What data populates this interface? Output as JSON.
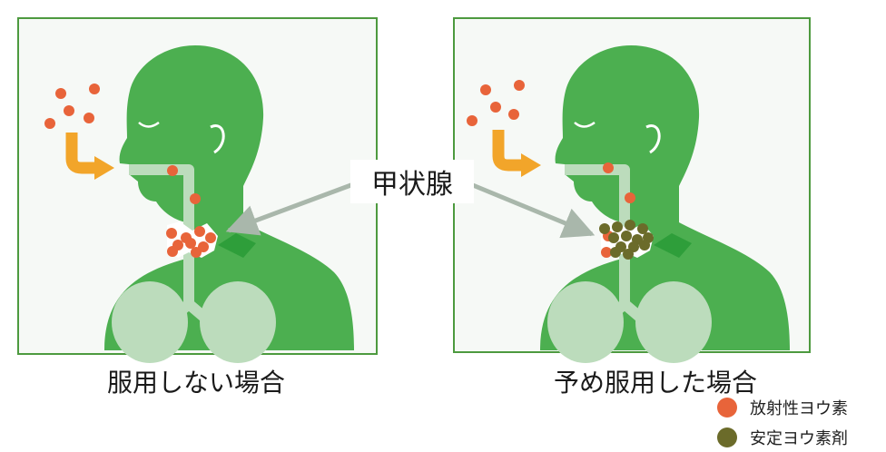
{
  "panels": [
    {
      "caption": "服用しない場合"
    },
    {
      "caption": "予め服用した場合"
    }
  ],
  "center_label": "甲状腺",
  "legend": [
    {
      "label": "放射性ヨウ素",
      "color": "#e8643a"
    },
    {
      "label": "安定ヨウ素剤",
      "color": "#6b6b2a"
    }
  ],
  "colors": {
    "body": "#4caf50",
    "lung": "#bcdcbc",
    "airway": "#bcdcbc",
    "thyroid": "#43a047",
    "panel_border": "#4d9a3f",
    "panel_bg": "#f6f9f6",
    "arrow": "#f2a52a",
    "pointer": "#a9b7ab"
  }
}
